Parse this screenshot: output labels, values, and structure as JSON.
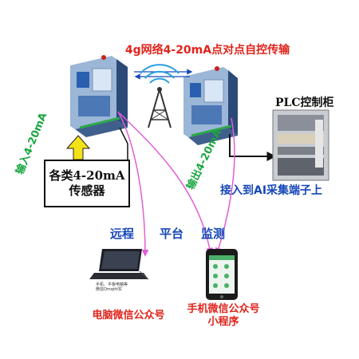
{
  "header": {
    "title": "4g网络4-20mA点对点自控传输"
  },
  "left_module": {
    "input_label": "输入4-20mA"
  },
  "right_module": {
    "output_label": "输出4-20mA"
  },
  "sensor": {
    "line1": "各类4-20mA",
    "line2": "传感器"
  },
  "plc": {
    "label": "PLC控制柜",
    "connect_label": "接入到AI采集端子上"
  },
  "monitor": {
    "word1": "远程",
    "word2": "平台",
    "word3": "监测"
  },
  "laptop": {
    "caption_line1": "手机、平板电脑等",
    "caption_line2": "微信Omqttt实",
    "label": "电脑微信公众号"
  },
  "phone": {
    "label_line1": "手机微信公众号",
    "label_line2": "小程序"
  },
  "colors": {
    "accent_red": "#e0241b",
    "accent_green": "#1aa640",
    "accent_blue": "#1747b8",
    "pink_line": "#e05fd8"
  }
}
